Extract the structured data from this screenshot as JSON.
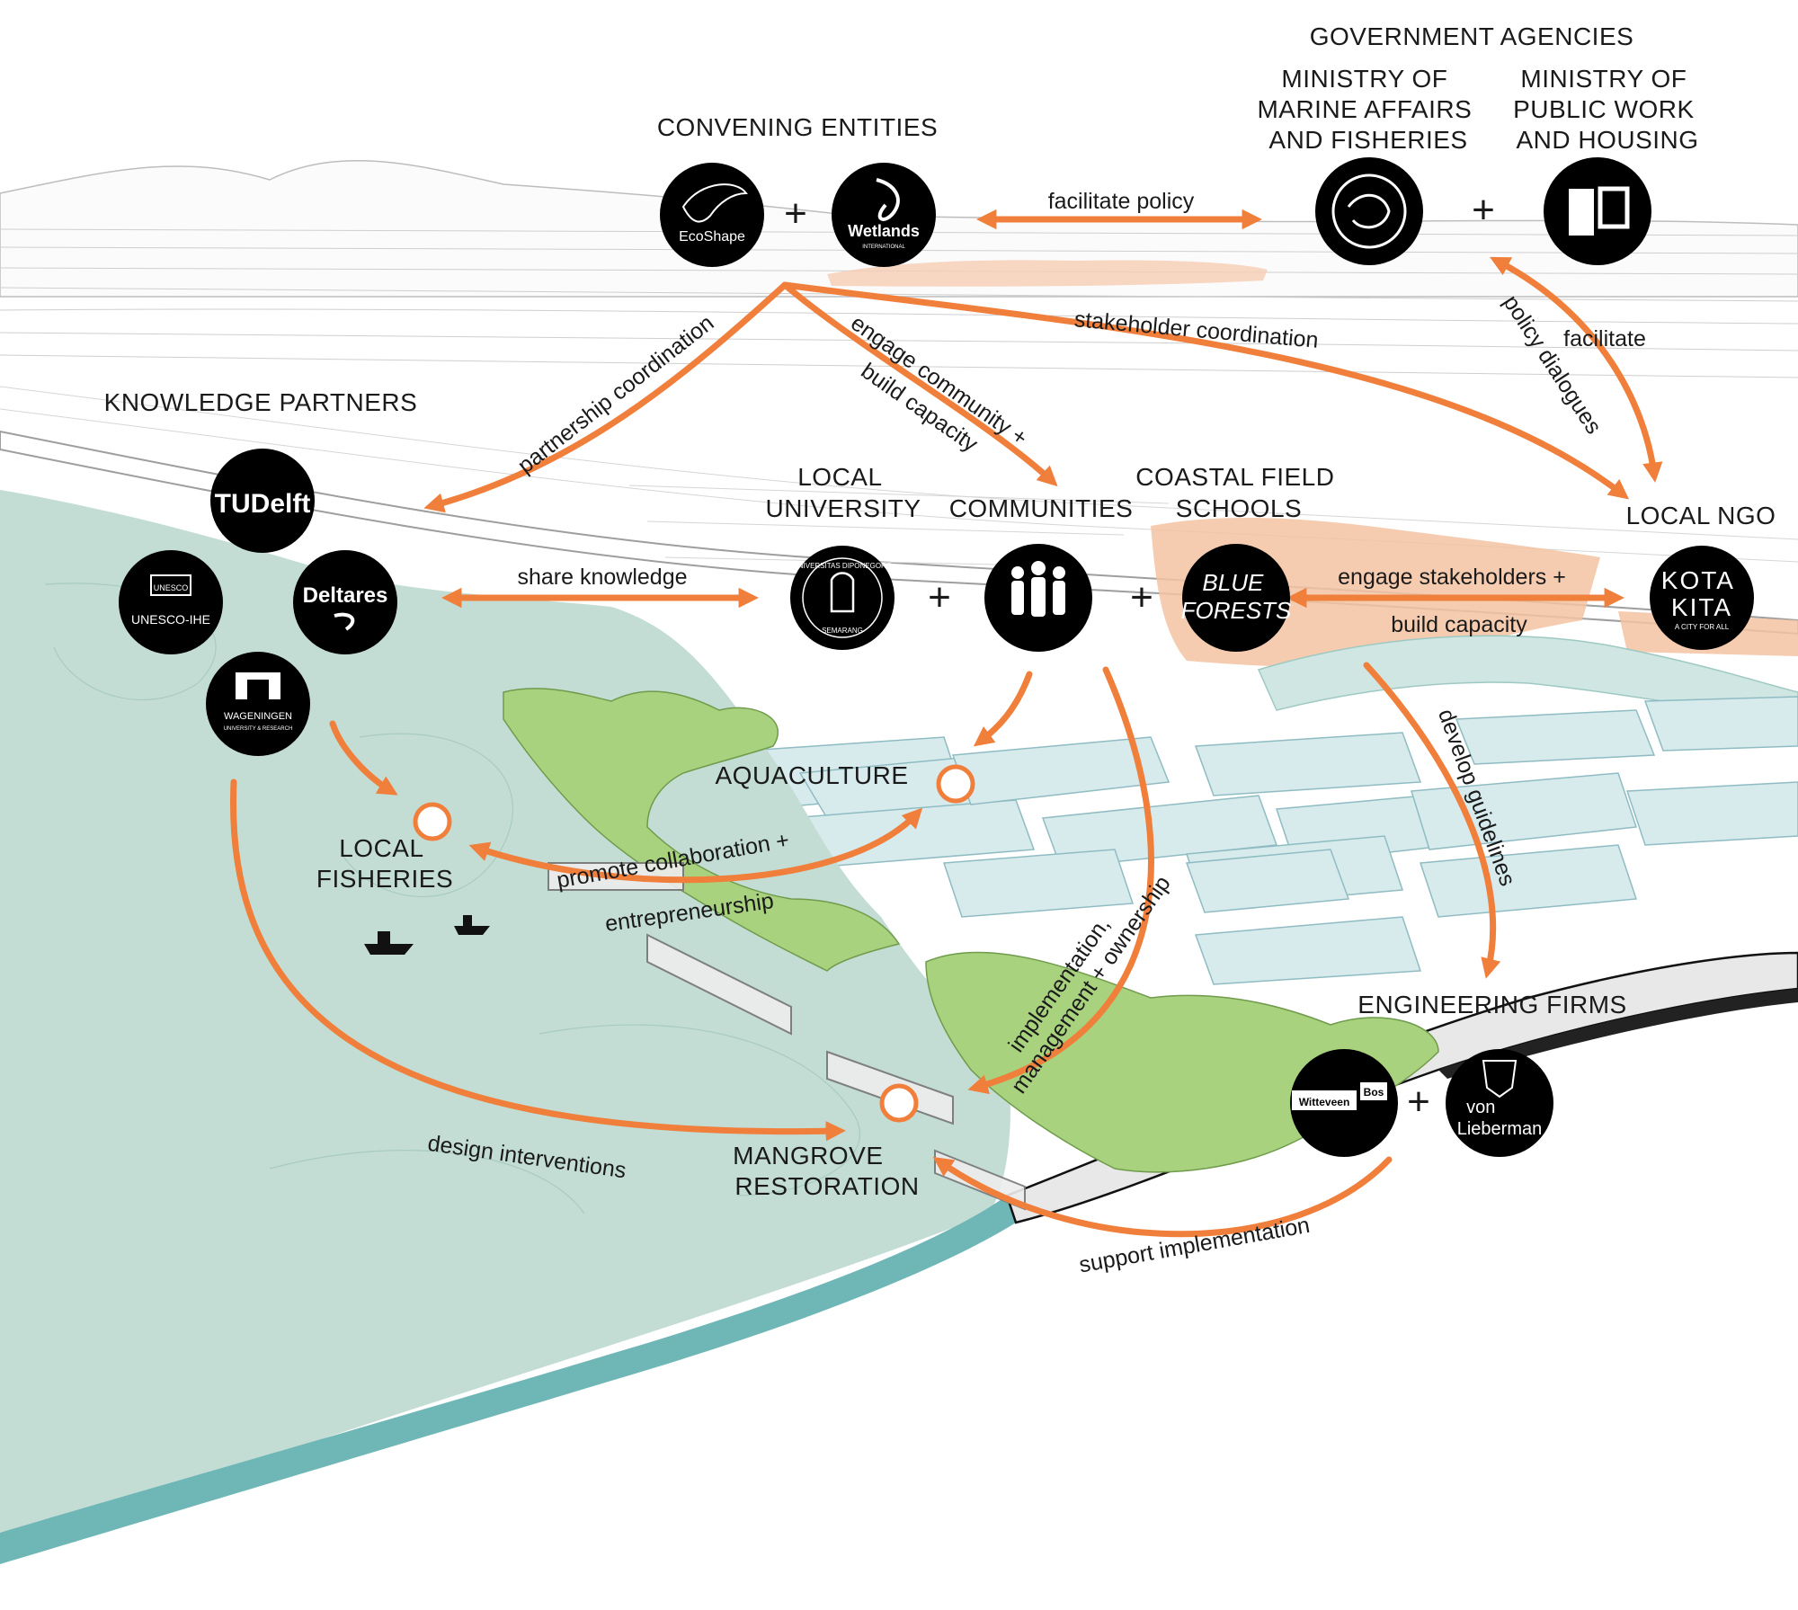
{
  "colors": {
    "accent": "#f07f3c",
    "water": "#c3ddd4",
    "pond": "#d7eaec",
    "mangrove": "#a8d27e",
    "urban": "#f3c3a2",
    "logo": "#000000"
  },
  "groups": {
    "convening": "CONVENING ENTITIES",
    "government": "GOVERNMENT AGENCIES",
    "ministry_marine": [
      "MINISTRY OF",
      "MARINE AFFAIRS",
      "AND FISHERIES"
    ],
    "ministry_public": [
      "MINISTRY OF",
      "PUBLIC WORK",
      "AND HOUSING"
    ],
    "knowledge": "KNOWLEDGE PARTNERS",
    "local_university": [
      "LOCAL",
      "UNIVERSITY"
    ],
    "communities": "COMMUNITIES",
    "coastal_field_schools": [
      "COASTAL FIELD",
      "SCHOOLS"
    ],
    "local_ngo": "LOCAL NGO",
    "engineering": "ENGINEERING FIRMS"
  },
  "logos": {
    "ecoshape": "EcoShape",
    "wetlands": "Wetlands",
    "wetlands_sub": "INTERNATIONAL",
    "tudelft": "TUDelft",
    "unesco": "UNESCO",
    "unesco_ihe": "UNESCO-IHE",
    "deltares": "Deltares",
    "wageningen": "WAGENINGEN",
    "wageningen_sub": "UNIVERSITY & RESEARCH",
    "undip_top": "UNIVERSITAS DIPONEGORO",
    "undip_bottom": "SEMARANG",
    "blue_forests": [
      "BLUE",
      "FORESTS"
    ],
    "kota_kita": [
      "KOTA",
      "KITA"
    ],
    "kota_kita_sub": "A CITY FOR ALL",
    "witteveen": "Witteveen",
    "bos": "Bos",
    "lieberman": [
      "von",
      "Lieberman"
    ]
  },
  "plus": "+",
  "nodes": {
    "aquaculture": "AQUACULTURE",
    "local_fisheries": [
      "LOCAL",
      "FISHERIES"
    ],
    "mangrove_restoration": [
      "MANGROVE",
      "RESTORATION"
    ]
  },
  "edges": {
    "facilitate_policy": "facilitate policy",
    "stakeholder_coordination": "stakeholder coordination",
    "facilitate_policy_dialogues": [
      "facilitate",
      "policy dialogues"
    ],
    "partnership_coordination": "partnership coordination",
    "engage_community": [
      "engage community +",
      "build capacity"
    ],
    "share_knowledge": "share knowledge",
    "engage_stakeholders": [
      "engage stakeholders +",
      "build capacity"
    ],
    "develop_guidelines": "develop guidelines",
    "promote_collaboration": [
      "promote collaboration +",
      "entrepreneurship"
    ],
    "implementation": [
      "implementation,",
      "management + ownership"
    ],
    "design_interventions": "design interventions",
    "support_implementation": "support implementation"
  },
  "icons": [
    "people-icon",
    "fishing-boat-icon",
    "fence-icon",
    "tree-canopy-icon"
  ]
}
